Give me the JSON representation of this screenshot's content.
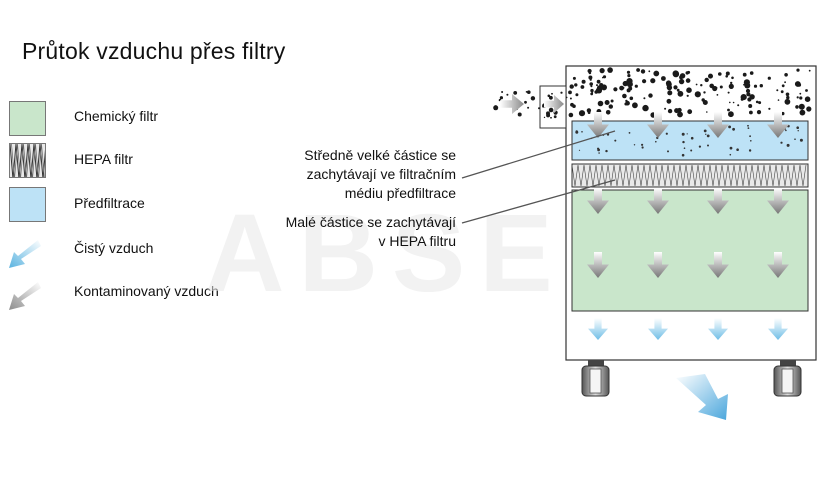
{
  "title": "Průtok vzduchu přes filtry",
  "legend": [
    {
      "key": "chemical",
      "label": "Chemický filtr",
      "color": "#c9e6cb"
    },
    {
      "key": "hepa",
      "label": "HEPA filtr",
      "color": "#e9e9e9"
    },
    {
      "key": "prefilter",
      "label": "Předfiltrace",
      "color": "#bde2f6"
    },
    {
      "key": "clean_air",
      "label": "Čistý vzduch",
      "color": "#7dc4e8"
    },
    {
      "key": "contaminated_air",
      "label": "Kontaminovaný vzduch",
      "color": "#9a9a9a"
    }
  ],
  "callouts": {
    "medium_particles": [
      "Středně velké částice se",
      "zachytávají ve filtračním",
      "médiu předfiltrace"
    ],
    "small_particles": [
      "Malé částice se zachytávají",
      "v HEPA filtru"
    ]
  },
  "watermark": "ABSEC"
}
